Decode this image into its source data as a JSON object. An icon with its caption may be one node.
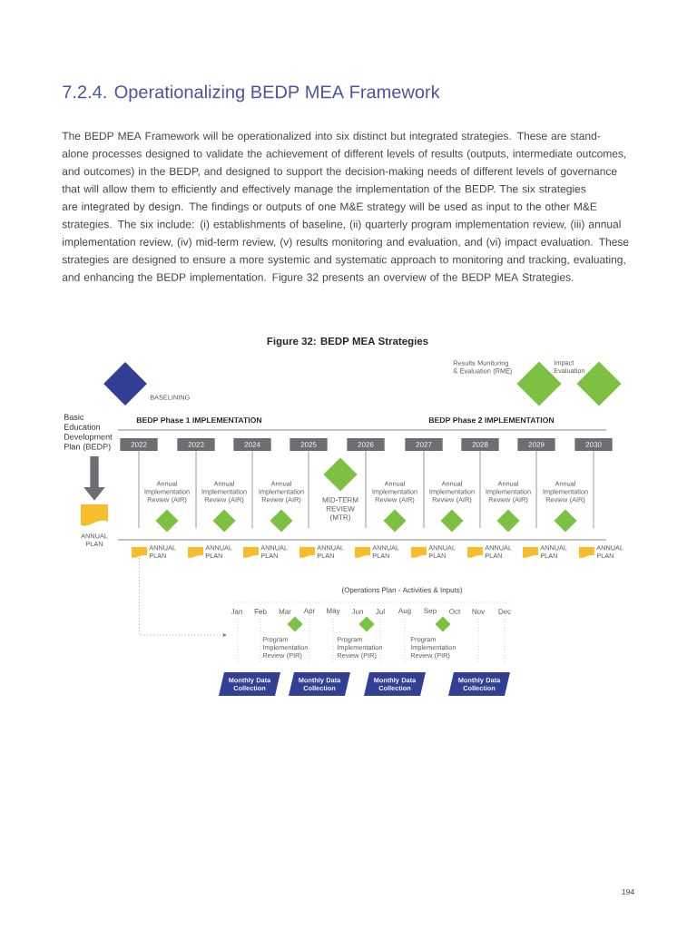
{
  "diagram": {
    "title": "7.2.4. Operationalizing BEDP MEA Framework",
    "caption": "Figure 32: BEDP MEA Strategies",
    "nodes": [
      {
        "text": [],
        "shape": "diamond",
        "beside": [
          "BASELINING"
        ]
      },
      {
        "text": [],
        "shape": "diamond",
        "beside": [
          "Results Monitoring & Evaluation (RME)"
        ]
      },
      {
        "text": [],
        "shape": "diamond",
        "beside": [
          "Impact Evaluation"
        ]
      },
      {
        "text": [
          "2022"
        ]
      },
      {
        "text": [
          "2023"
        ]
      },
      {
        "text": [
          "2024"
        ]
      },
      {
        "text": [
          "2025"
        ]
      },
      {
        "text": [
          "2026"
        ]
      },
      {
        "text": [
          "2027"
        ]
      },
      {
        "text": [
          "2028"
        ]
      },
      {
        "text": [
          "2029"
        ]
      },
      {
        "text": [
          "2030"
        ]
      },
      {
        "text": [
          "Basic Education Development Plan (BEDP)"
        ]
      },
      {
        "text": [],
        "shape": "document",
        "beside": [
          "ANNUAL PLAN"
        ]
      },
      {
        "text": [],
        "shape": "diamond",
        "beside": [
          "Annual Implementation Review (AIR)"
        ]
      },
      {
        "text": [],
        "shape": "diamond",
        "beside": [
          "Annual Implementation Review (AIR)"
        ]
      },
      {
        "text": [],
        "shape": "diamond",
        "beside": [
          "Annual Implementation Review (AIR)"
        ]
      },
      {
        "text": [],
        "shape": "diamond",
        "beside": [
          "MID-TERM REVIEW (MTR)"
        ]
      },
      {
        "text": [],
        "shape": "diamond",
        "beside": [
          "Annual Implementation Review (AIR)"
        ]
      },
      {
        "text": [],
        "shape": "diamond",
        "beside": [
          "Annual Implementation Review (AIR)"
        ]
      },
      {
        "text": [],
        "shape": "diamond",
        "beside": [
          "Annual Implementation Review (AIR)"
        ]
      },
      {
        "text": [],
        "shape": "diamond",
        "beside": [
          "Annual Implementation Review (AIR)"
        ]
      },
      {
        "text": [],
        "shape": "document",
        "beside": [
          "ANNUAL PLAN"
        ]
      },
      {
        "text": [],
        "shape": "document",
        "beside": [
          "ANNUAL PLAN"
        ]
      },
      {
        "text": [],
        "shape": "document",
        "beside": [
          "ANNUAL PLAN"
        ]
      },
      {
        "text": [],
        "shape": "document",
        "beside": [
          "ANNUAL PLAN"
        ]
      },
      {
        "text": [],
        "shape": "document",
        "beside": [
          "ANNUAL PLAN"
        ]
      },
      {
        "text": [],
        "shape": "document",
        "beside": [
          "ANNUAL PLAN"
        ]
      },
      {
        "text": [],
        "shape": "document",
        "beside": [
          "ANNUAL PLAN"
        ]
      },
      {
        "text": [],
        "shape": "document",
        "beside": [
          "ANNUAL PLAN"
        ]
      },
      {
        "text": [],
        "shape": "document",
        "beside": [
          "ANNUAL PLAN"
        ]
      },
      {
        "text": [],
        "shape": "diamond",
        "beside": [
          "Program Implementation Review (PIR)"
        ]
      },
      {
        "text": [],
        "shape": "diamond",
        "beside": [
          "Program Implementation Review (PIR)"
        ]
      },
      {
        "text": [],
        "shape": "diamond",
        "beside": [
          "Program Implementation Review (PIR)"
        ]
      },
      {
        "text": [
          "Monthly Data Collection"
        ]
      },
      {
        "text": [
          "Monthly Data Collection"
        ]
      },
      {
        "text": [
          "Monthly Data Collection"
        ]
      },
      {
        "text": [
          "Monthly Data Collection"
        ]
      }
    ],
    "edges": [
      {
        "from": 12,
        "to": 13,
        "arrow": "to",
        "style": "thick"
      },
      {
        "from": 22,
        "to": null,
        "arrow": "to",
        "style": "dashed"
      }
    ],
    "labels": [
      "The BEDP MEA Framework will be operationalized into six distinct but integrated strategies. These are stand-alone processes designed to validate the achievement of different levels of results (outputs, intermediate outcomes, and outcomes) in the BEDP, and designed to support the decision-making needs of different levels of governance that will allow them to efficiently and effectively manage the implementation of the BEDP. The six strategies are integrated by design. The findings or outputs of one M&E strategy will be used as input to the other M&E strategies. The six include: (i) establishments of baseline, (ii) quarterly program implementation review, (iii) annual implementation review, (iv) mid-term review, (v) results monitoring and evaluation, and (vi) impact evaluation. These strategies are designed to ensure a more systemic and systematic approach to monitoring and tracking, evaluating, and enhancing the BEDP implementation. Figure 32 presents an overview of the BEDP MEA Strategies.",
      "BEDP Phase 1 IMPLEMENTATION",
      "BEDP Phase 2 IMPLEMENTATION",
      "(Operations Plan - Activities & Inputs)",
      "Jan",
      "Feb",
      "Mar",
      "Apr",
      "May",
      "Jun",
      "Jul",
      "Aug",
      "Sep",
      "Oct",
      "Nov",
      "Dec",
      "194"
    ]
  }
}
